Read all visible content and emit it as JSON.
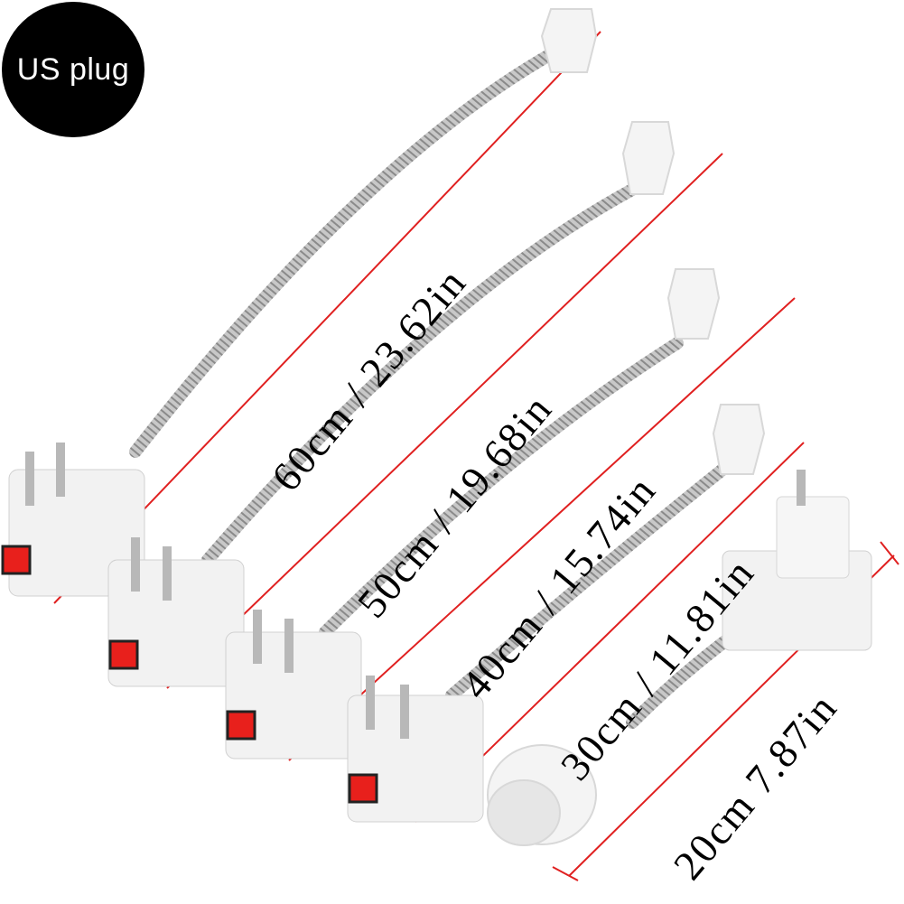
{
  "badge": {
    "text": "US plug"
  },
  "products": [
    {
      "length_cm": "60cm",
      "length_in": "23.62in",
      "label": "60cm / 23.62in"
    },
    {
      "length_cm": "50cm",
      "length_in": "19.68in",
      "label": "50cm / 19.68in"
    },
    {
      "length_cm": "40cm",
      "length_in": "15.74in",
      "label": "40cm / 15.74in"
    },
    {
      "length_cm": "30cm",
      "length_in": "11.81in",
      "label": "30cm / 11.81in"
    },
    {
      "length_cm": "20cm",
      "length_in": "7.87in",
      "label": "20cm 7.87in"
    }
  ],
  "colors": {
    "measure_line": "#e02020",
    "switch": "#e8201c",
    "plug_body": "#f2f2f2",
    "metal": "#a8a8a8"
  }
}
